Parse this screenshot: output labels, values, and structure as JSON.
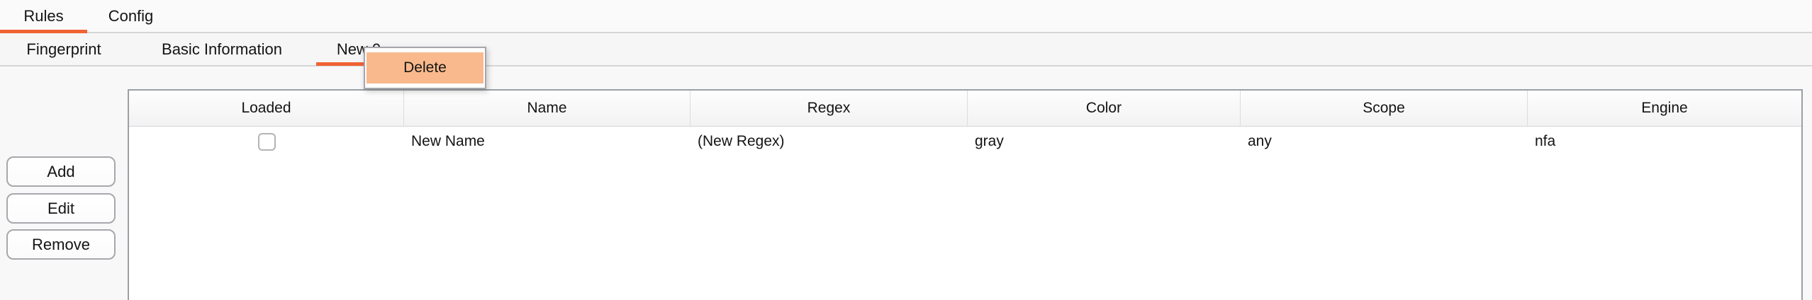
{
  "colors": {
    "accent": "#f06233",
    "menu_highlight": "#f9b98c"
  },
  "tabs": {
    "primary": [
      {
        "label": "Rules",
        "selected": true
      },
      {
        "label": "Config",
        "selected": false
      }
    ],
    "secondary": [
      {
        "label": "Fingerprint",
        "selected": false
      },
      {
        "label": "Basic Information",
        "selected": false
      },
      {
        "label": "New 0",
        "selected": true
      }
    ]
  },
  "context_menu": {
    "items": [
      {
        "label": "Delete",
        "highlighted": true
      }
    ]
  },
  "actions": {
    "add": "Add",
    "edit": "Edit",
    "remove": "Remove"
  },
  "table": {
    "columns": [
      "Loaded",
      "Name",
      "Regex",
      "Color",
      "Scope",
      "Engine"
    ],
    "rows": [
      {
        "loaded": false,
        "name": "New Name",
        "regex": "(New Regex)",
        "color": "gray",
        "scope": "any",
        "engine": "nfa"
      }
    ]
  }
}
